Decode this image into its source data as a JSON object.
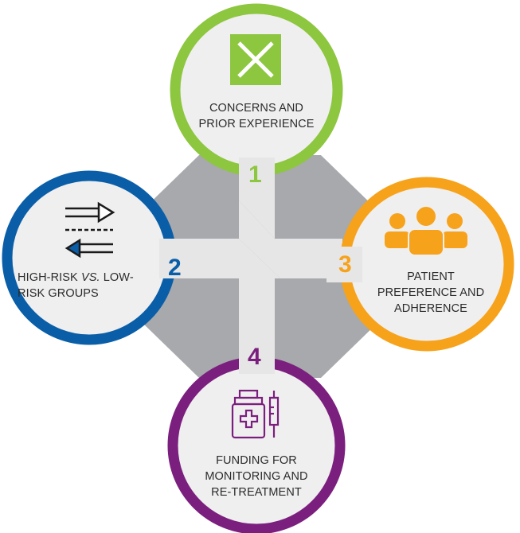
{
  "diagram": {
    "colors": {
      "green": "#8dc63f",
      "blue": "#0a5ea8",
      "orange": "#f7a21b",
      "purple": "#7b1f7e",
      "gray": "#a7a9ac",
      "circle_fill": "#efefef",
      "connector": "#e6e6e6"
    },
    "items": [
      {
        "number": "1",
        "line1": "CONCERNS AND",
        "line2": "PRIOR EXPERIENCE",
        "icon": "x-box-icon",
        "color": "#8dc63f"
      },
      {
        "number": "2",
        "line1": "HIGH-RISK VS. LOW-",
        "line2": "RISK GROUPS",
        "icon": "arrows-exchange-icon",
        "color": "#0a5ea8"
      },
      {
        "number": "3",
        "line1": "PATIENT",
        "line2": "PREFERENCE AND",
        "line3": "ADHERENCE",
        "icon": "people-group-icon",
        "color": "#f7a21b"
      },
      {
        "number": "4",
        "line1": "FUNDING FOR",
        "line2": "MONITORING AND",
        "line3": "RE-TREATMENT",
        "icon": "medicine-syringe-icon",
        "color": "#7b1f7e"
      }
    ]
  }
}
